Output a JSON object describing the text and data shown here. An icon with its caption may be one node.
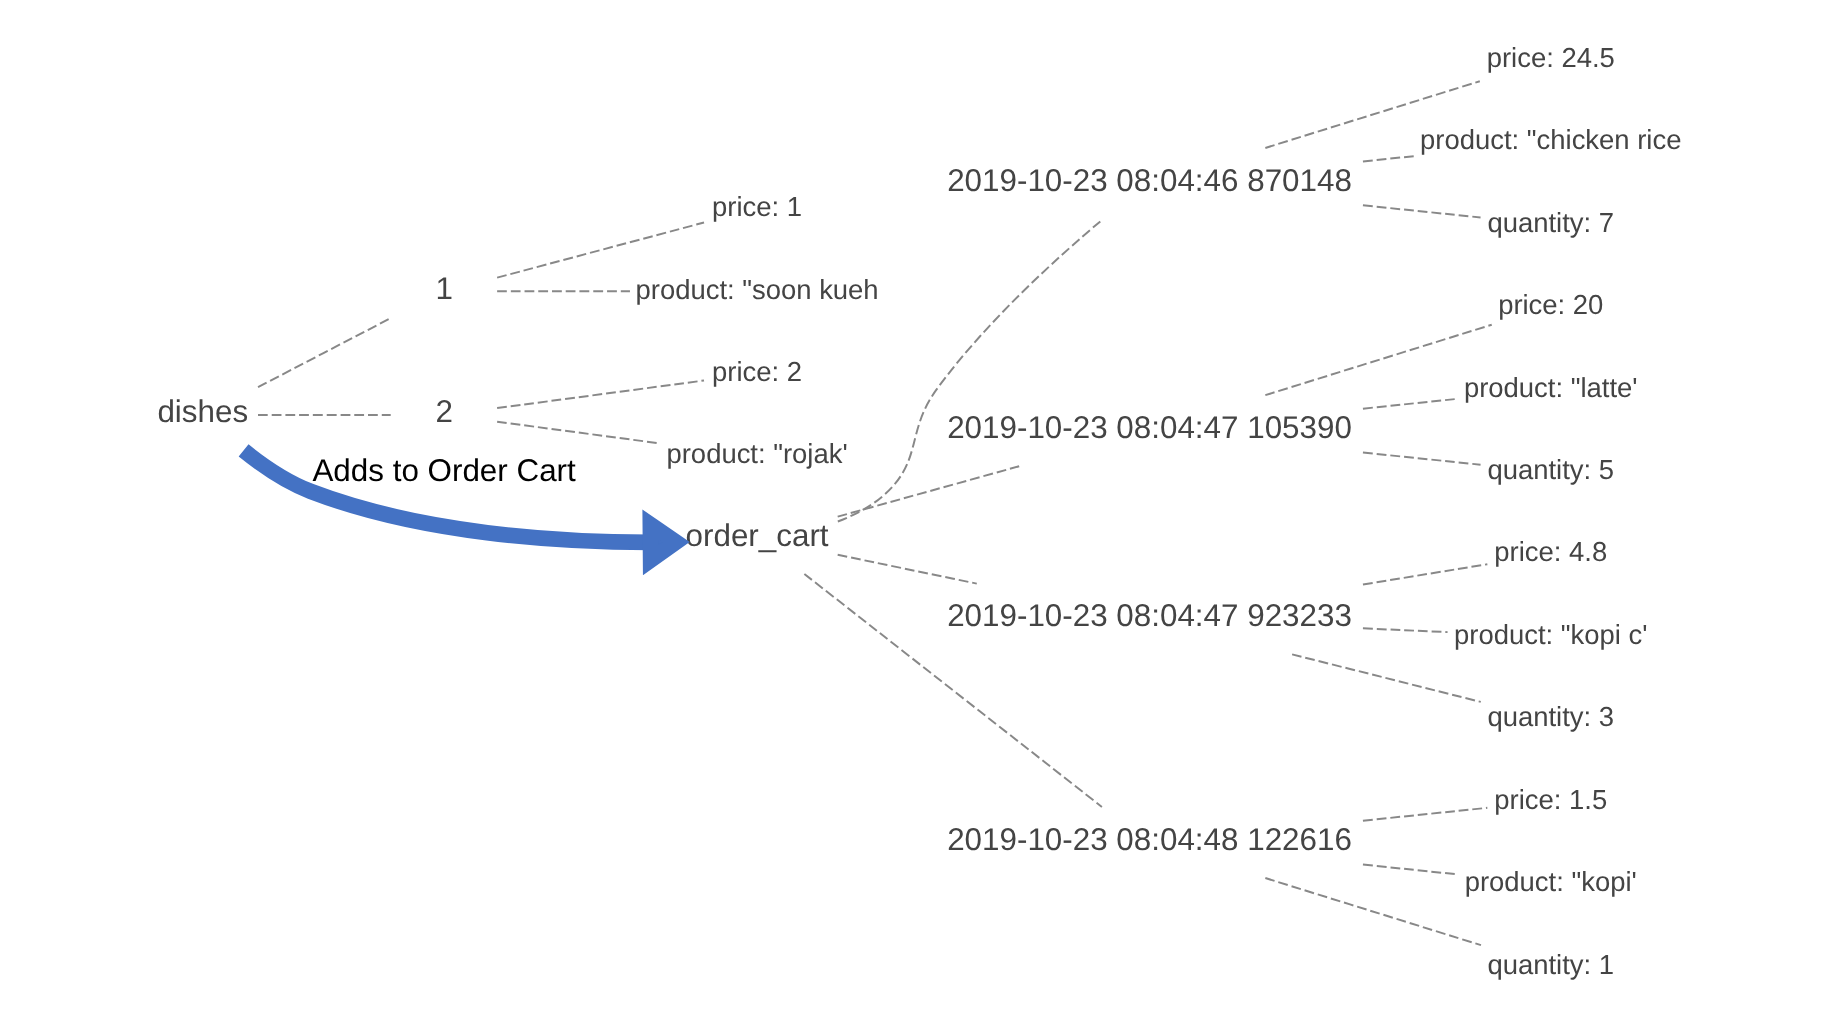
{
  "diagram": {
    "nodes": [
      {
        "text": [
          "dishes"
        ]
      },
      {
        "text": [
          "1"
        ]
      },
      {
        "text": [
          "price: 1"
        ]
      },
      {
        "text": [
          "product: \"soon kueh"
        ]
      },
      {
        "text": [
          "2"
        ]
      },
      {
        "text": [
          "price: 2"
        ]
      },
      {
        "text": [
          "product: \"rojak'"
        ]
      },
      {
        "text": [
          "order_cart"
        ]
      },
      {
        "text": [
          "2019-10-23 08:04:46 870148"
        ]
      },
      {
        "text": [
          "price: 24.5"
        ]
      },
      {
        "text": [
          "product: \"chicken rice"
        ]
      },
      {
        "text": [
          "quantity: 7"
        ]
      },
      {
        "text": [
          "2019-10-23 08:04:47 105390"
        ]
      },
      {
        "text": [
          "price: 20"
        ]
      },
      {
        "text": [
          "product: \"latte'"
        ]
      },
      {
        "text": [
          "quantity: 5"
        ]
      },
      {
        "text": [
          "2019-10-23 08:04:47 923233"
        ]
      },
      {
        "text": [
          "price: 4.8"
        ]
      },
      {
        "text": [
          "product: \"kopi c'"
        ]
      },
      {
        "text": [
          "quantity: 3"
        ]
      },
      {
        "text": [
          "2019-10-23 08:04:48 122616"
        ]
      },
      {
        "text": [
          "price: 1.5"
        ]
      },
      {
        "text": [
          "product: \"kopi'"
        ]
      },
      {
        "text": [
          "quantity: 1"
        ]
      }
    ],
    "edges": [
      {
        "from": 0,
        "to": 1,
        "arrow": "none",
        "style": "dashed"
      },
      {
        "from": 1,
        "to": 2,
        "arrow": "none",
        "style": "dashed"
      },
      {
        "from": 1,
        "to": 3,
        "arrow": "none",
        "style": "dashed"
      },
      {
        "from": 0,
        "to": 4,
        "arrow": "none",
        "style": "dashed"
      },
      {
        "from": 4,
        "to": 5,
        "arrow": "none",
        "style": "dashed"
      },
      {
        "from": 4,
        "to": 6,
        "arrow": "none",
        "style": "dashed"
      },
      {
        "from": 0,
        "to": 7,
        "arrow": "to",
        "label": "Adds to Order Cart",
        "style": "thick",
        "color": "#4472c4"
      },
      {
        "from": 7,
        "to": 8,
        "arrow": "none",
        "style": "dashed"
      },
      {
        "from": 8,
        "to": 9,
        "arrow": "none",
        "style": "dashed"
      },
      {
        "from": 8,
        "to": 10,
        "arrow": "none",
        "style": "dashed"
      },
      {
        "from": 8,
        "to": 11,
        "arrow": "none",
        "style": "dashed"
      },
      {
        "from": 7,
        "to": 12,
        "arrow": "none",
        "style": "dashed"
      },
      {
        "from": 12,
        "to": 13,
        "arrow": "none",
        "style": "dashed"
      },
      {
        "from": 12,
        "to": 14,
        "arrow": "none",
        "style": "dashed"
      },
      {
        "from": 12,
        "to": 15,
        "arrow": "none",
        "style": "dashed"
      },
      {
        "from": 7,
        "to": 16,
        "arrow": "none",
        "style": "dashed"
      },
      {
        "from": 16,
        "to": 17,
        "arrow": "none",
        "style": "dashed"
      },
      {
        "from": 16,
        "to": 18,
        "arrow": "none",
        "style": "dashed"
      },
      {
        "from": 16,
        "to": 19,
        "arrow": "none",
        "style": "dashed"
      },
      {
        "from": 7,
        "to": 20,
        "arrow": "none",
        "style": "dashed"
      },
      {
        "from": 20,
        "to": 21,
        "arrow": "none",
        "style": "dashed"
      },
      {
        "from": 20,
        "to": 22,
        "arrow": "none",
        "style": "dashed"
      },
      {
        "from": 20,
        "to": 23,
        "arrow": "none",
        "style": "dashed"
      }
    ]
  }
}
